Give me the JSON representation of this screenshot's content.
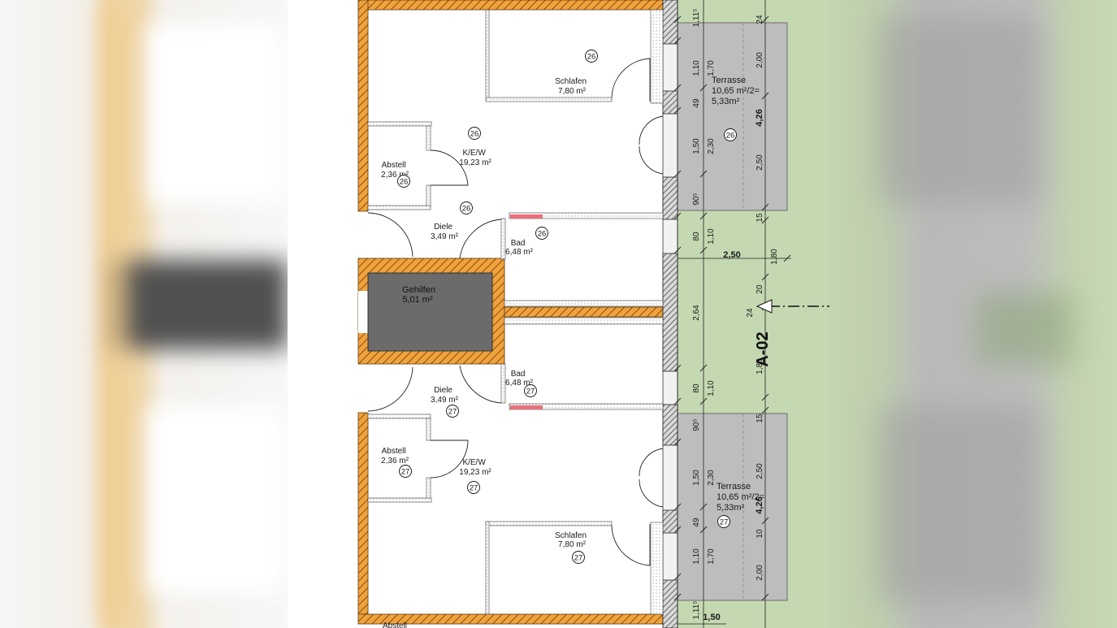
{
  "plan": {
    "rooms": [
      {
        "id": "schlafen-top",
        "name": "Schlafen",
        "area": "7,80 m²",
        "unit": "26"
      },
      {
        "id": "kew-top",
        "name": "K/E/W",
        "area": "19,23 m²",
        "unit": "26"
      },
      {
        "id": "abstell-top",
        "name": "Abstell",
        "area": "2,36 m²",
        "unit": "26"
      },
      {
        "id": "diele-top",
        "name": "Diele",
        "area": "3,49 m²",
        "unit": "26"
      },
      {
        "id": "bad-top",
        "name": "Bad",
        "area": "6,48 m²",
        "unit": "26"
      },
      {
        "id": "gehilfen",
        "name": "Gehilfen",
        "area": "5,01 m²"
      },
      {
        "id": "bad-bottom",
        "name": "Bad",
        "area": "6,48 m²",
        "unit": "27"
      },
      {
        "id": "diele-bottom",
        "name": "Diele",
        "area": "3,49 m²",
        "unit": "27"
      },
      {
        "id": "abstell-bottom",
        "name": "Abstell",
        "area": "2,36 m²",
        "unit": "27"
      },
      {
        "id": "kew-bottom",
        "name": "K/E/W",
        "area": "19,23 m²",
        "unit": "27"
      },
      {
        "id": "schlafen-bottom",
        "name": "Schlafen",
        "area": "7,80 m²",
        "unit": "27"
      },
      {
        "id": "abstell-cut",
        "name": "Abstell"
      }
    ],
    "units": [
      "26",
      "27"
    ],
    "terraces": [
      {
        "id": "terrace-top",
        "name": "Terrasse",
        "area": "10,65 m²/2=",
        "half": "5,33m²",
        "unit": "26"
      },
      {
        "id": "terrace-bottom",
        "name": "Terrasse",
        "area": "10,65 m²/2=",
        "half": "5,33m²",
        "unit": "27"
      }
    ],
    "section_label": "A-02",
    "dimensions": {
      "col1": [
        "1,11⁵",
        "1,10",
        "49",
        "1,50",
        "90⁵",
        "80",
        "2,64",
        "80",
        "90⁵",
        "1,50",
        "49",
        "1,10",
        "1,11⁵"
      ],
      "col2": [
        "1,70",
        "2,30",
        "1,10",
        "1,80",
        "1,10",
        "2,30",
        "1,70"
      ],
      "col3": [
        "24",
        "2,00",
        "2,50",
        "15",
        "1,80",
        "20",
        "24",
        "15",
        "2,50",
        "10",
        "2,00"
      ],
      "overall": [
        "4,26",
        "4,26"
      ],
      "horizontal": [
        "2,50",
        "1,50"
      ]
    }
  }
}
